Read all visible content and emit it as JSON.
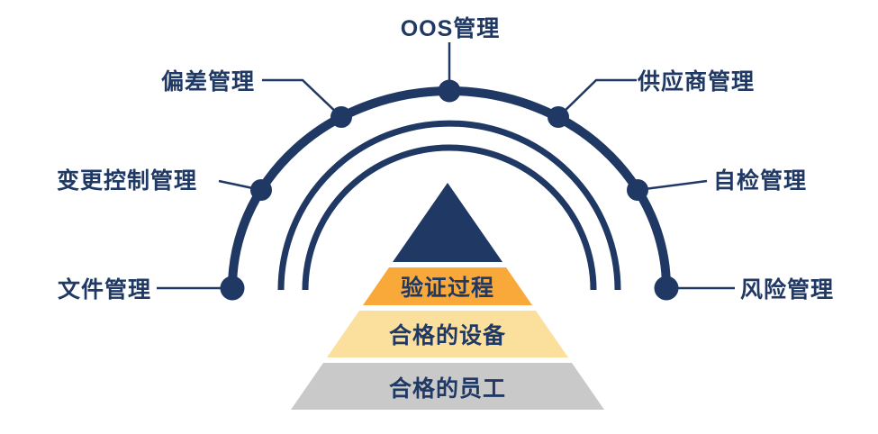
{
  "colors": {
    "navy": "#1f3864",
    "orange": "#f9a93a",
    "light_yellow": "#fbdf9d",
    "gray": "#c9c9c9",
    "bg": "#ffffff"
  },
  "ring": {
    "items": [
      {
        "id": "oos",
        "label": "OOS管理"
      },
      {
        "id": "deviation",
        "label": "偏差管理"
      },
      {
        "id": "supplier",
        "label": "供应商管理"
      },
      {
        "id": "change_control",
        "label": "变更控制管理"
      },
      {
        "id": "self_inspection",
        "label": "自检管理"
      },
      {
        "id": "document",
        "label": "文件管理"
      },
      {
        "id": "risk",
        "label": "风险管理"
      }
    ]
  },
  "pyramid": {
    "levels": [
      {
        "id": "validation",
        "label": "验证过程"
      },
      {
        "id": "equipment",
        "label": "合格的设备"
      },
      {
        "id": "staff",
        "label": "合格的员工"
      }
    ]
  }
}
